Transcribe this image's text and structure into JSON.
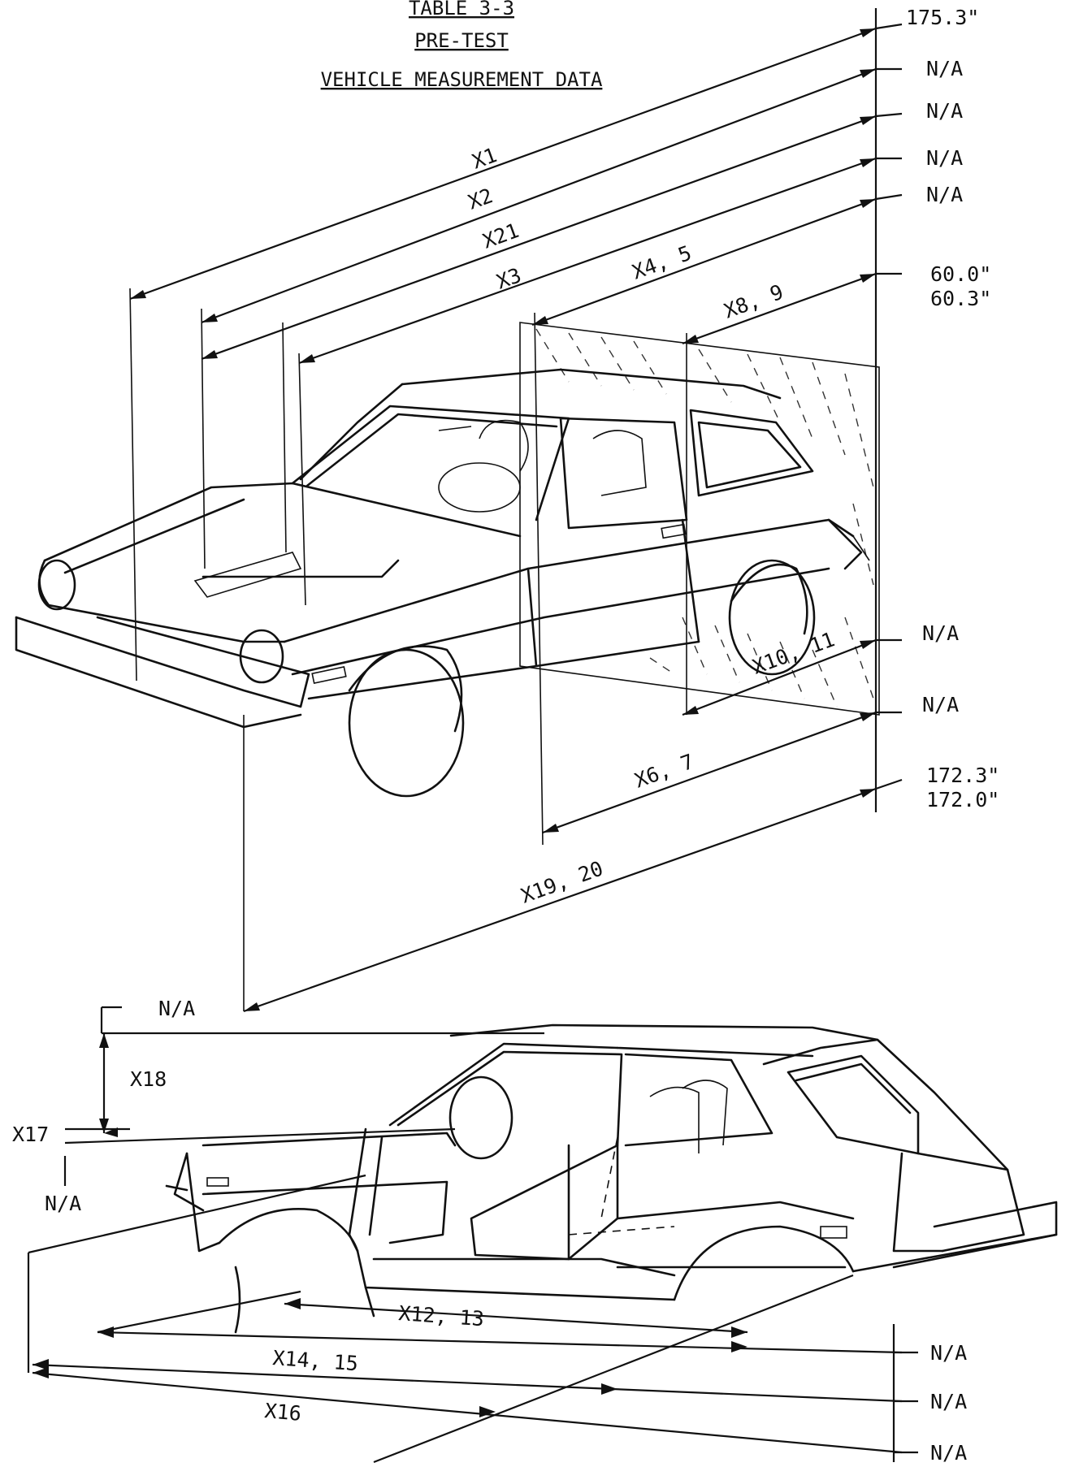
{
  "title": {
    "line1": "TABLE 3-3",
    "line2": "PRE-TEST",
    "line3": "VEHICLE MEASUREMENT DATA"
  },
  "top_view": {
    "dimension_labels": {
      "x1": "X1",
      "x2": "X2",
      "x21": "X21",
      "x3": "X3",
      "x45": "X4, 5",
      "x89": "X8, 9",
      "x1011": "X10, 11",
      "x67": "X6, 7",
      "x1920": "X19, 20"
    },
    "values": {
      "x1": "175.3\"",
      "x2": "N/A",
      "x21": "N/A",
      "x3": "N/A",
      "x45": "N/A",
      "x89_a": "60.0\"",
      "x89_b": "60.3\"",
      "x1011_a": "N/A",
      "x1011_b": "N/A",
      "x67_a": "172.3\"",
      "x67_b": "172.0\""
    }
  },
  "bottom_view": {
    "dimension_labels": {
      "x18": "X18",
      "x17": "X17",
      "x1213": "X12, 13",
      "x1415": "X14, 15",
      "x16": "X16"
    },
    "values": {
      "x18": "N/A",
      "x17": "N/A",
      "x1213": "N/A",
      "x1415": "N/A",
      "x16": "N/A"
    }
  }
}
